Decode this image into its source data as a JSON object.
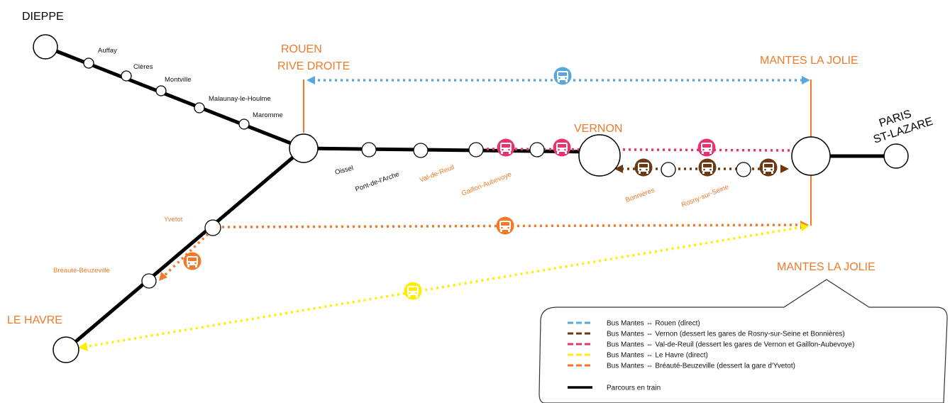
{
  "colors": {
    "train": "#000000",
    "rouen": "#5aa7dd",
    "vernon": "#6b3a12",
    "valdereuil": "#e6336f",
    "lehavre": "#ffee00",
    "breaute": "#f07a2a",
    "city_label": "#f07a2a",
    "station_label": "#111111"
  },
  "cities": {
    "dieppe": "DIEPPE",
    "rouen_line1": "ROUEN",
    "rouen_line2": "RIVE DROITE",
    "mantes_top": "MANTES LA JOLIE",
    "mantes_bottom": "MANTES LA JOLIE",
    "vernon": "VERNON",
    "paris_line1": "PARIS",
    "paris_line2": "ST-LAZARE",
    "le_havre": "LE HAVRE"
  },
  "stations": {
    "auffay": "Auffay",
    "cleres": "Clères",
    "montville": "Montville",
    "malaunay": "Malaunay-le-Houlme",
    "maromme": "Maromme",
    "oissel": "Oissel",
    "pont_de_larche": "Pont-de-l'Arche",
    "val_de_reuil": "Val-de-Reuil",
    "gaillon": "Gaillon-Aubevoye",
    "bonnieres": "Bonnières",
    "rosny": "Rosny-sur-Seine",
    "yvetot": "Yvetot",
    "breaute": "Bréauté-Beuzeville"
  },
  "legend": {
    "items": [
      {
        "label": "Bus Mantes ⇔ Rouen (direct)",
        "color": "#5aa7dd",
        "style": "dashed"
      },
      {
        "label": "Bus Mantes ⇔ Vernon (dessert les gares de Rosny-sur-Seine et Bonnières)",
        "color": "#6b3a12",
        "style": "dashed"
      },
      {
        "label": "Bus Mantes ⇔ Val-de-Reuil (dessert les gares de Vernon et Gaillon-Aubevoye)",
        "color": "#e6336f",
        "style": "dashed"
      },
      {
        "label": "Bus Mantes ⇔ Le Havre (direct)",
        "color": "#ffee00",
        "style": "dashed"
      },
      {
        "label": "Bus Mantes ⇔ Bréauté-Beuzeville (dessert la gare d'Yvetot)",
        "color": "#f07a2a",
        "style": "dashed"
      },
      {
        "label": "Parcours en train",
        "color": "#000000",
        "style": "solid"
      }
    ]
  }
}
